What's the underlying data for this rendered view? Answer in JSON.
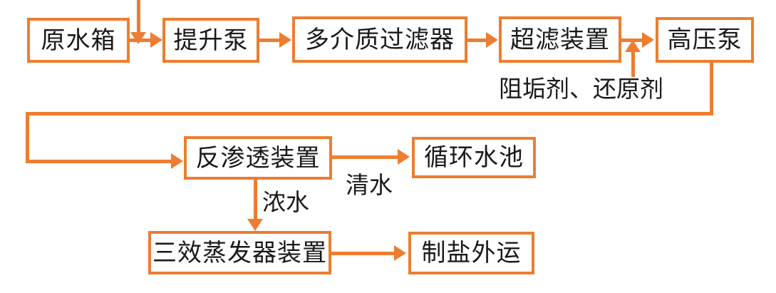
{
  "diagram": {
    "title": "",
    "accent_color": "#ED7D31",
    "text_color": "#1A1A1A",
    "background_color": "#FFFFFF",
    "nodes": [
      {
        "id": "raw-water-tank",
        "label": "原水箱"
      },
      {
        "id": "lift-pump",
        "label": "提升泵"
      },
      {
        "id": "multimedia-filter",
        "label": "多介质过滤器"
      },
      {
        "id": "ultrafiltration",
        "label": "超滤装置"
      },
      {
        "id": "high-pressure-pump",
        "label": "高压泵"
      },
      {
        "id": "reverse-osmosis",
        "label": "反渗透装置"
      },
      {
        "id": "circulating-pool",
        "label": "循环水池"
      },
      {
        "id": "triple-effect-evaporator",
        "label": "三效蒸发器装置"
      },
      {
        "id": "salt-transport",
        "label": "制盐外运"
      }
    ],
    "edge_labels": [
      {
        "id": "dosing",
        "label": "阻垢剂、还原剂"
      },
      {
        "id": "clean-water",
        "label": "清水"
      },
      {
        "id": "concentrate",
        "label": "浓水"
      }
    ]
  }
}
